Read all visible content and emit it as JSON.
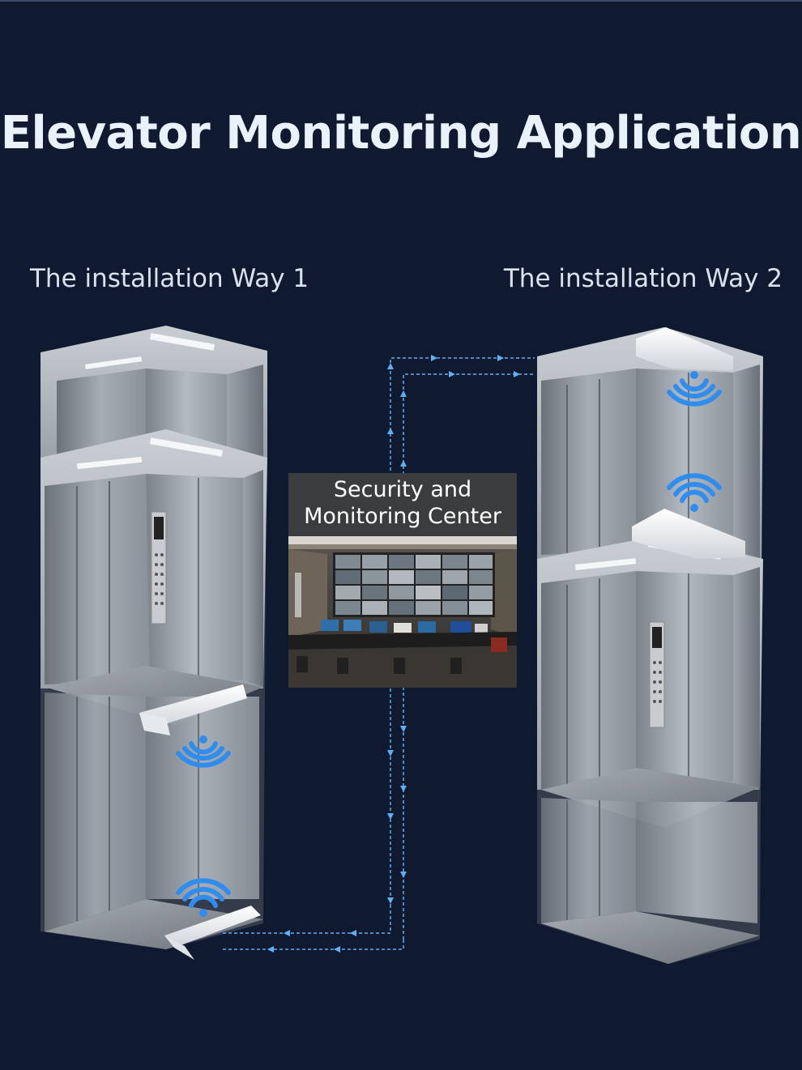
{
  "title": "Elevator Monitoring Application",
  "way1_label": "The installation Way 1",
  "way2_label": "The installation Way 2",
  "center": {
    "line1": "Security and",
    "line2": "Monitoring Center"
  },
  "colors": {
    "background": "#0f1a30",
    "signal": "#2f8df0",
    "link": "#5fb0f5"
  }
}
